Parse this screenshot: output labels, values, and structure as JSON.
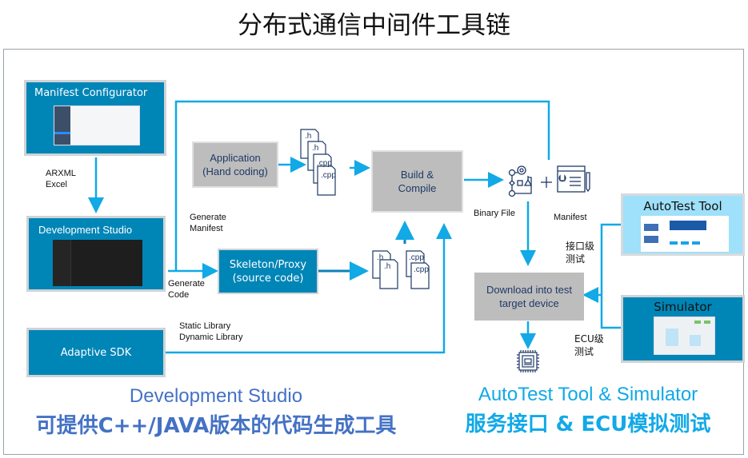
{
  "title": "分布式通信中间件工具链",
  "colors": {
    "accent_blue": "#0085b7",
    "arrow_blue": "#11a9e6",
    "light_blue": "#9fe0fa",
    "gray_box": "#bdbdbd",
    "dark_text_blue": "#1f3a66",
    "footer_left": "#4472c4",
    "footer_right": "#11a9e6"
  },
  "boxes": {
    "manifest_configurator": "Manifest Configurator",
    "development_studio": "Development Studio",
    "adaptive_sdk": "Adaptive SDK",
    "application": [
      "Application",
      "(Hand coding)"
    ],
    "skeleton_proxy": [
      "Skeleton/Proxy",
      "(source code)"
    ],
    "build_compile": [
      "Build &",
      "Compile"
    ],
    "download": [
      "Download into test",
      "target device"
    ],
    "autotest_tool": "AutoTest Tool",
    "simulator": "Simulator"
  },
  "labels": {
    "arxml_excel": [
      "ARXML",
      "Excel"
    ],
    "generate_manifest": [
      "Generate",
      "Manifest"
    ],
    "generate_code": [
      "Generate",
      "Code"
    ],
    "libraries": [
      "Static Library",
      "Dynamic Library"
    ],
    "binary_file": "Binary File",
    "manifest": "Manifest",
    "interface_test": [
      "接口级",
      "测试"
    ],
    "ecu_test": [
      "ECU级",
      "测试"
    ]
  },
  "files": {
    "h": ".h",
    "cpp": ".cpp"
  },
  "icons": [
    "code-file-icon",
    "binary-flow-icon",
    "plus-icon",
    "manifest-config-icon",
    "chip-icon"
  ],
  "footer": {
    "left_en": "Development Studio",
    "left_cn": "可提供C++/JAVA版本的代码生成工具",
    "right_en": "AutoTest Tool & Simulator",
    "right_cn": "服务接口 & ECU模拟测试"
  }
}
